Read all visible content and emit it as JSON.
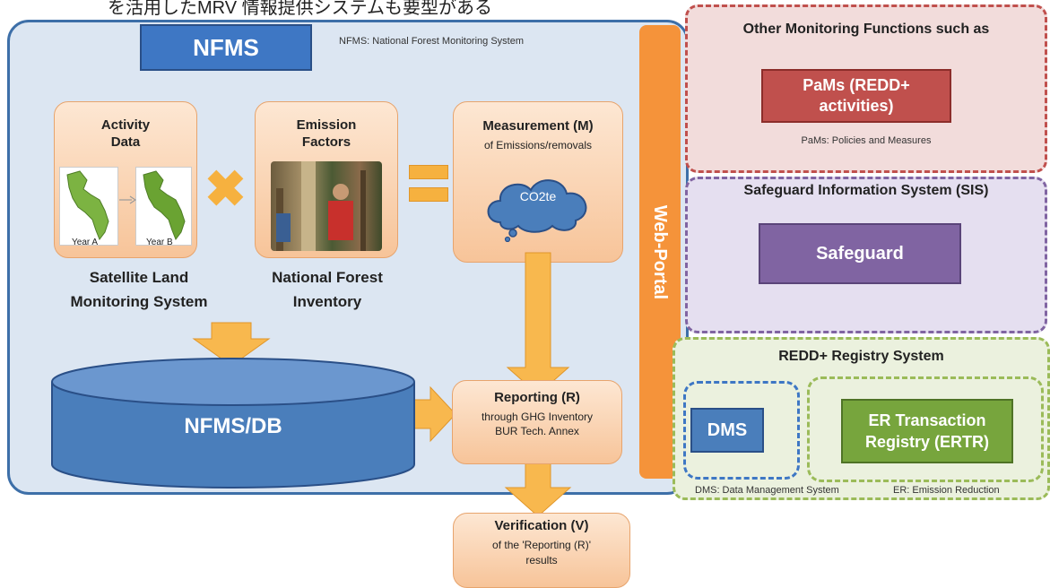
{
  "top_caption": "を活用したMRV 情報提供システムも要型がある",
  "nfms": {
    "title": "NFMS",
    "note": "NFMS: National Forest Monitoring System",
    "activity_title_1": "Activity",
    "activity_title_2": "Data",
    "year_a": "Year A",
    "year_b": "Year B",
    "emission_title_1": "Emission",
    "emission_title_2": "Factors",
    "measurement_title": "Measurement (M)",
    "measurement_sub": "of Emissions/removals",
    "cloud_label": "CO2te",
    "slms_1": "Satellite Land",
    "slms_2": "Monitoring System",
    "nfi_1": "National Forest",
    "nfi_2": "Inventory",
    "db_label": "NFMS/DB",
    "reporting_title": "Reporting (R)",
    "reporting_sub_1": "through GHG Inventory",
    "reporting_sub_2": "BUR Tech. Annex",
    "verification_title": "Verification (V)",
    "verification_sub_1": "of the 'Reporting (R)'",
    "verification_sub_2": "results"
  },
  "web_portal": "Web-Portal",
  "other": {
    "title": "Other Monitoring Functions such as",
    "pams_1": "PaMs (REDD+",
    "pams_2": "activities)",
    "note": "PaMs: Policies and Measures"
  },
  "sis": {
    "title": "Safeguard Information System (SIS)",
    "box": "Safeguard"
  },
  "registry": {
    "title": "REDD+ Registry System",
    "dms": "DMS",
    "ertr_1": "ER Transaction",
    "ertr_2": "Registry (ERTR)",
    "dms_note": "DMS: Data Management System",
    "er_note": "ER: Emission Reduction"
  },
  "colors": {
    "nfms_blue": "#3e77c4",
    "orange": "#f6b13f",
    "portal": "#f5933a",
    "pams_red": "#c0504d",
    "safeguard_purple": "#8064a2",
    "ertr_green": "#77a53d"
  }
}
